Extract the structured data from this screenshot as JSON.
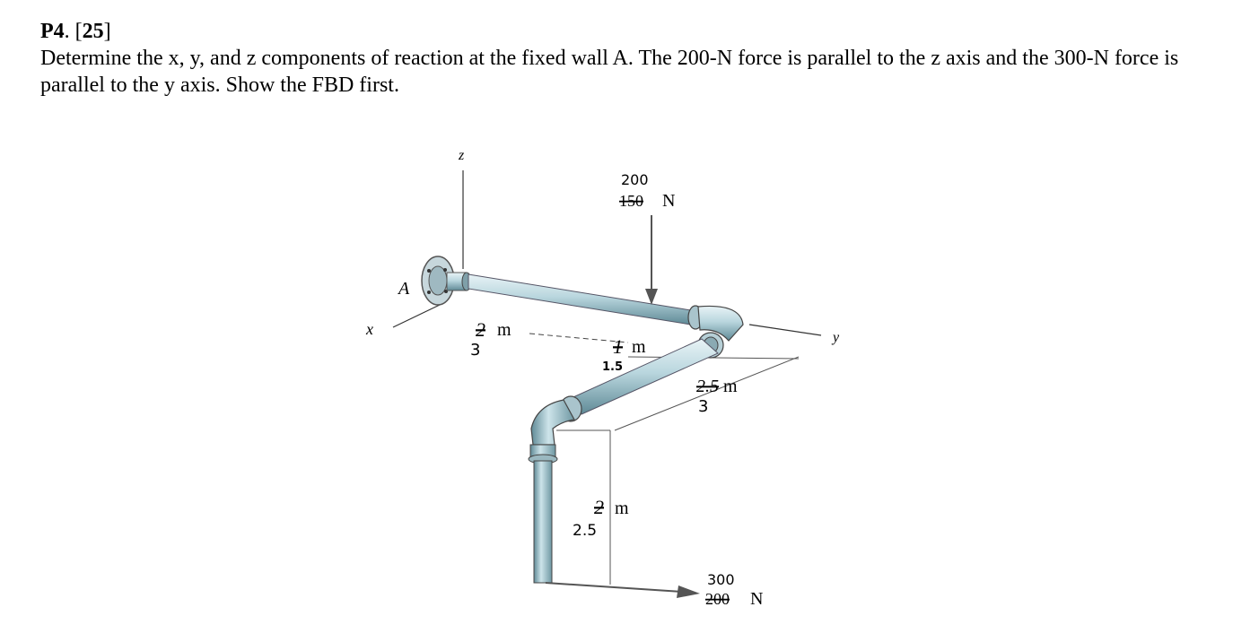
{
  "problem": {
    "number": "P4",
    "points": "25",
    "statement": "Determine the x, y, and z components of reaction at the fixed wall A. The 200-N force is parallel to the z axis and the 300-N force is parallel to the y axis. Show the FBD first."
  },
  "figure": {
    "axes": {
      "x": "x",
      "y": "y",
      "z": "z"
    },
    "support_label": "A",
    "unit_m": "m",
    "unit_N": "N",
    "force_top": {
      "new": "200",
      "old": "150"
    },
    "force_bottom": {
      "new": "300",
      "old": "200"
    },
    "dim_ab": {
      "old": "2",
      "new": "3"
    },
    "dim_bc": {
      "old": "1",
      "new": "1.5"
    },
    "dim_cd": {
      "old": "2.5",
      "new": "3"
    },
    "dim_vertical": {
      "old": "2",
      "new": "2.5"
    }
  }
}
